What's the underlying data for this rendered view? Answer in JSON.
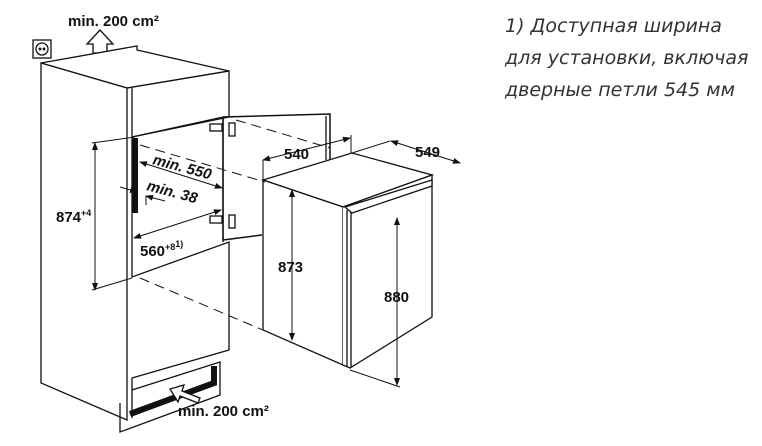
{
  "diagram": {
    "ventilation_top": "min. 200 cm²",
    "ventilation_bottom": "min. 200 cm²",
    "niche_height": "874",
    "niche_height_tolerance": "+4",
    "niche_depth": "min. 550",
    "side_gap": "min. 38",
    "niche_width": "560",
    "niche_width_tolerance": "+8",
    "niche_width_note_ref": "1)",
    "appliance_width": "540",
    "appliance_depth": "549",
    "appliance_height": "873",
    "appliance_height_with_door": "880"
  },
  "footnote": {
    "lines": [
      "1) Доступная ширина",
      "для установки, включая",
      "дверные петли 545 мм"
    ]
  }
}
